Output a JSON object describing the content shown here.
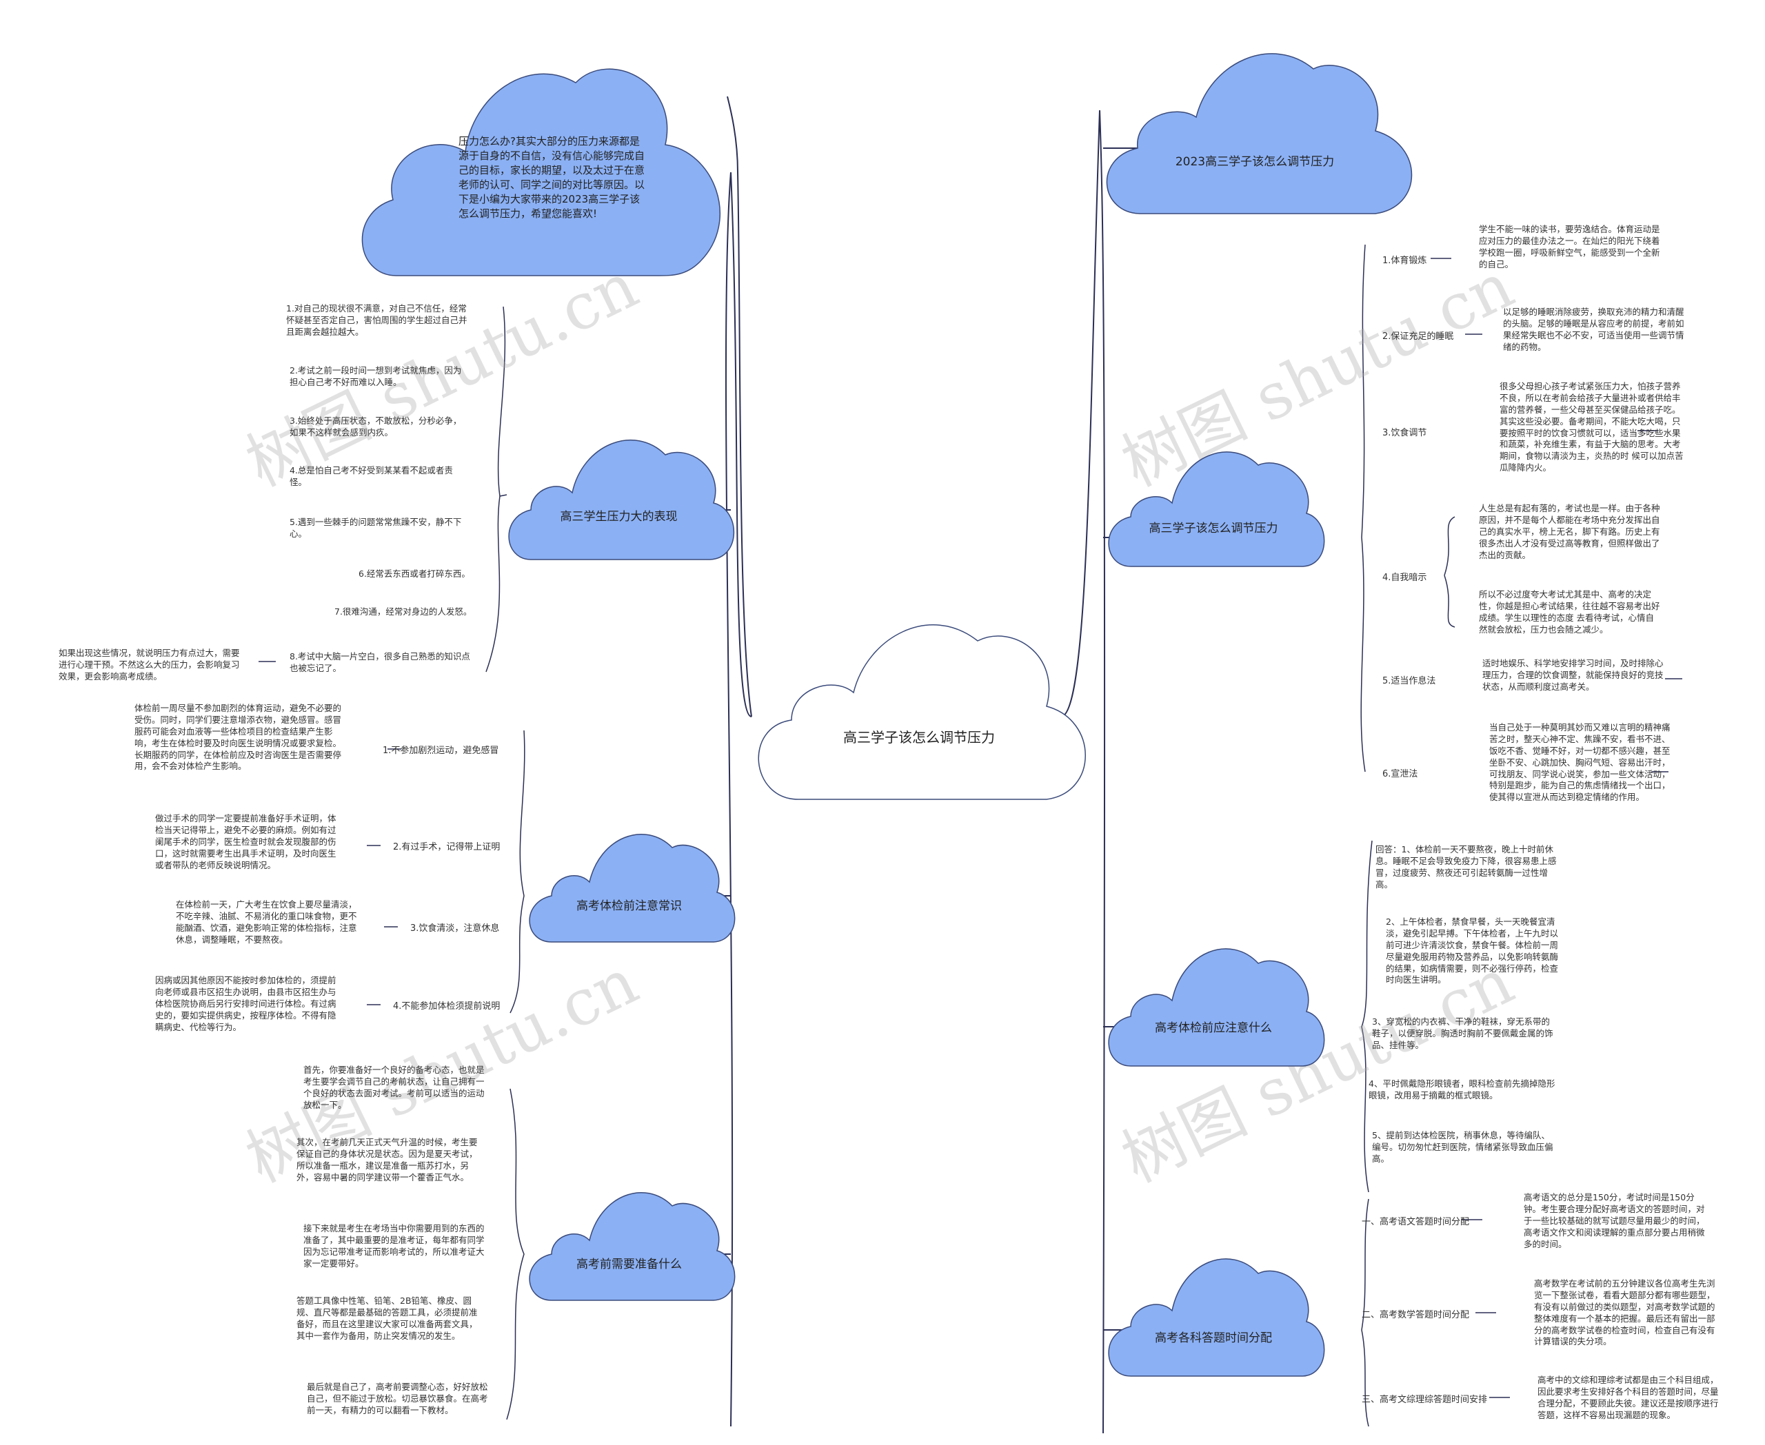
{
  "watermark": "树图 shutu.cn",
  "center": "高三学子该怎么调节压力",
  "intro": "压力怎么办?其实大部分的压力来源都是源于自身的不自信，没有信心能够完成自己的目标，家长的期望，以及太过于在意老师的认可、同学之间的对比等原因。以下是小编为大家带来的2023高三学子该怎么调节压力，希望您能喜欢!",
  "title_node": "2023高三学子该怎么调节压力",
  "left": {
    "pressure": {
      "title": "高三学生压力大的表现",
      "items": [
        "1.对自己的现状很不满意，对自己不信任，经常怀疑甚至否定自己，害怕周围的学生超过自己并且距离会越拉越大。",
        "2.考试之前一段时间一想到考试就焦虑，因为担心自己考不好而难以入睡。",
        "3.始终处于高压状态，不敢放松，分秒必争，如果不这样就会感到内疚。",
        "4.总是怕自己考不好受到某某看不起或者责怪。",
        "5.遇到一些棘手的问题常常焦躁不安，静不下心。",
        "6.经常丢东西或者打碎东西。",
        "7.很难沟通，经常对身边的人发怒。",
        "8.考试中大脑一片空白，很多自己熟悉的知识点也被忘记了。"
      ],
      "note": "如果出现这些情况，就说明压力有点过大，需要进行心理干预。不然这么大的压力，会影响复习效果，更会影响高考成绩。"
    },
    "physical": {
      "title": "高考体检前注意常识",
      "items": [
        {
          "label": "1.不参加剧烈运动，避免感冒",
          "text": "体检前一周尽量不参加剧烈的体育运动，避免不必要的受伤。同时，同学们要注意增添衣物，避免感冒。感冒服药可能会对血液等一些体检项目的检查结果产生影响，考生在体检时要及时向医生说明情况或要求复检。长期服药的同学，在体检前应及时咨询医生是否需要停用，会不会对体检产生影响。"
        },
        {
          "label": "2.有过手术，记得带上证明",
          "text": "做过手术的同学一定要提前准备好手术证明，体检当天记得带上，避免不必要的麻烦。例如有过阑尾手术的同学，医生检查时就会发现腹部的伤口，这时就需要考生出具手术证明，及时向医生或者带队的老师反映说明情况。"
        },
        {
          "label": "3.饮食清淡，注意休息",
          "text": "在体检前一天，广大考生在饮食上要尽量清淡，不吃辛辣、油腻、不易消化的重口味食物，更不能酗酒、饮酒，避免影响正常的体检指标，注意休息，调整睡眠，不要熬夜。"
        },
        {
          "label": "4.不能参加体检须提前说明",
          "text": "因病或因其他原因不能按时参加体检的，须提前向老师或县市区招生办说明，由县市区招生办与体检医院协商后另行安排时间进行体检。有过病史的，要如实提供病史，按程序体检。不得有隐瞒病史、代检等行为。"
        }
      ]
    },
    "prepare": {
      "title": "高考前需要准备什么",
      "items": [
        "首先，你要准备好一个良好的备考心态，也就是考生要学会调节自己的考前状态，让自己拥有一个良好的状态去面对考试。考前可以适当的运动放松一下。",
        "其次，在考前几天正式天气升温的时候，考生要保证自己的身体状况是状态。因为是夏天考试，所以准备一瓶水，建议是准备一瓶苏打水，另外，容易中暑的同学建议带一个藿香正气水。",
        "接下来就是考生在考场当中你需要用到的东西的准备了，其中最重要的是准考证，每年都有同学因为忘记带准考证而影响考试的，所以准考证大家一定要带好。",
        "答题工具像中性笔、铅笔、2B铅笔、橡皮、圆规、直尺等都是最基础的答题工具，必须提前准备好，而且在这里建议大家可以准备两套文具，其中一套作为备用，防止突发情况的发生。",
        "最后就是自己了，高考前要调整心态，好好放松自己，但不能过于放松。切忌暴饮暴食。在高考前一天，有精力的可以翻看一下教材。"
      ]
    }
  },
  "right": {
    "adjust": {
      "title": "高三学子该怎么调节压力",
      "items": [
        {
          "label": "1.体育锻炼",
          "texts": [
            "学生不能一味的读书，要劳逸结合。体育运动是应对压力的最佳办法之一。在灿烂的阳光下绕着学校跑一圈，呼吸新鲜空气，能感受到一个全新的自己。"
          ]
        },
        {
          "label": "2.保证充足的睡眠",
          "texts": [
            "以足够的睡眠消除疲劳，换取充沛的精力和清醒的头脑。足够的睡眠是从容应考的前提，考前如果经常失眠也不必不安，可适当使用一些调节情绪的药物。"
          ]
        },
        {
          "label": "3.饮食调节",
          "texts": [
            "很多父母担心孩子考试紧张压力大，怕孩子营养不良，所以在考前会给孩子大量进补或者供给丰富的营养餐，一些父母甚至买保健品给孩子吃。其实这些没必要。备考期间，不能大吃大喝，只要按照平时的饮食习惯就可以，适当多吃些水果和蔬菜，补充维生素，有益于大脑的思考。大考期间，食物以清淡为主，炎热的时 候可以加点苦瓜降降内火。"
          ]
        },
        {
          "label": "4.自我暗示",
          "texts": [
            "人生总是有起有落的，考试也是一样。由于各种原因，并不是每个人都能在考场中充分发挥出自己的真实水平，榜上无名，脚下有路。历史上有很多杰出人才没有受过高等教育，但照样做出了杰出的贡献。",
            "所以不必过度夸大考试尤其是中、高考的决定性，你越是担心考试结果，往往越不容易考出好成绩。学生以理性的态度 去看待考试，心情自然就会放松，压力也会随之减少。"
          ]
        },
        {
          "label": "5.适当作息法",
          "texts": [
            "适时地娱乐、科学地安排学习时间，及时排除心理压力，合理的饮食调整，就能保持良好的竞技状态，从而顺利度过高考关。"
          ]
        },
        {
          "label": "6.宣泄法",
          "texts": [
            "当自己处于一种莫明其妙而又难以言明的精神痛苦之时，整天心神不定、焦躁不安，看书不进、饭吃不香、觉睡不好，对一切都不感兴趣，甚至坐卧不安、心跳加快、胸闷气短、容易出汗时，可找朋友、同学说心说笑，参加一些文体活动，特别是跑步，能为自己的焦虑情绪找一个出口，使其得以宣泄从而达到稳定情绪的作用。"
          ]
        }
      ]
    },
    "physical_before": {
      "title": "高考体检前应注意什么",
      "items": [
        "回答：1、体检前一天不要熬夜，晚上十时前休息。睡眠不足会导致免疫力下降，很容易患上感冒，过度疲劳、熬夜还可引起转氨酶一过性增高。",
        "2、上午体检者，禁食早餐，头一天晚餐宜清淡，避免引起早搏。下午体检者，上午九时以前可进少许清淡饮食，禁食午餐。体检前一周尽量避免服用药物及营养品，以免影响转氨酶的结果，如病情需要，则不必强行停药，检查时向医生讲明。",
        "3、穿宽松的内衣裤、干净的鞋袜，穿无系带的鞋子，以便穿脱。胸透时胸前不要佩戴金属的饰品、挂件等。",
        "4、平时佩戴隐形眼镜者，眼科检查前先摘掉隐形眼镜，改用易于摘戴的框式眼镜。",
        "5、提前到达体检医院，稍事休息，等待编队、编号。切勿匆忙赶到医院，情绪紧张导致血压偏高。"
      ]
    },
    "time": {
      "title": "高考各科答题时间分配",
      "items": [
        {
          "label": "一、高考语文答题时间分配",
          "text": "高考语文的总分是150分，考试时间是150分钟。考生要合理分配好高考语文的答题时间，对于一些比较基础的就写试题尽量用最少的时间，高考语文作文和阅读理解的重点部分要占用稍微多的时间。"
        },
        {
          "label": "二、高考数学答题时间分配",
          "text": "高考数学在考试前的五分钟建议各位高考生先浏览一下整张试卷，看看大题部分都有哪些题型，有没有以前做过的类似题型，对高考数学试题的整体难度有一个基本的把握。最后还有留出一部分的高考数学试卷的检查时间，检查自己有没有计算错误的失分项。"
        },
        {
          "label": "三、高考文综理综答题时间安排",
          "text": "高考中的文综和理综考试都是由三个科目组成，因此要求考生安排好各个科目的答题时间，尽量合理分配，不要顾此失彼。建议还是按顺序进行答题，这样不容易出现漏题的现象。"
        }
      ]
    }
  }
}
